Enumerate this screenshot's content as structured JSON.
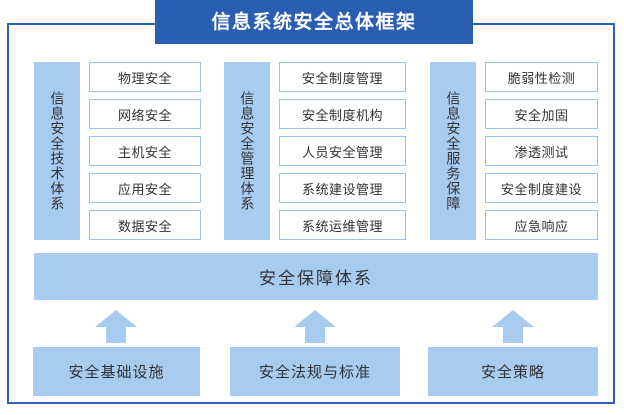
{
  "title": "信息系统安全总体框架",
  "colors": {
    "banner_blue": "#2a5eb3",
    "frame_blue": "#2f63b5",
    "light_blue": "#a8cbf0",
    "box_border": "#9cc3ee",
    "text_dark": "#333333",
    "banner_text": "#ffffff"
  },
  "pillars": [
    {
      "label": "信息安全技术体系",
      "items": [
        "物理安全",
        "网络安全",
        "主机安全",
        "应用安全",
        "数据安全"
      ]
    },
    {
      "label": "信息安全管理体系",
      "items": [
        "安全制度管理",
        "安全制度机构",
        "人员安全管理",
        "系统建设管理",
        "系统运维管理"
      ]
    },
    {
      "label": "信息安全服务保障",
      "items": [
        "脆弱性检测",
        "安全加固",
        "渗透测试",
        "安全制度建设",
        "应急响应"
      ]
    }
  ],
  "guarantee_bar": "安全保障体系",
  "foundations": [
    "安全基础设施",
    "安全法规与标准",
    "安全策略"
  ],
  "arrows": [
    "up-arrow",
    "up-arrow",
    "up-arrow"
  ]
}
